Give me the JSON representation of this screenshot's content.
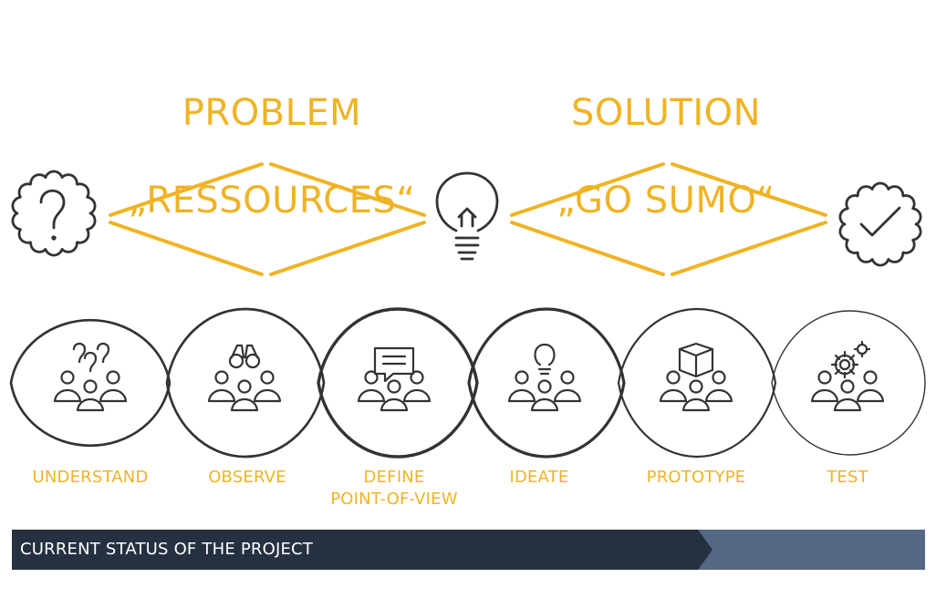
{
  "colors": {
    "accent": "#f0b323",
    "outline": "#333333",
    "status_dark": "#253041",
    "status_light": "#546783",
    "background": "#ffffff"
  },
  "phases": {
    "problem_title": "PROBLEM",
    "problem_subtitle": "„RESSOURCES“",
    "solution_title": "SOLUTION",
    "solution_subtitle": "„GO SUMO“"
  },
  "icons": {
    "start": "question-mark-badge-icon",
    "middle": "lightbulb-icon",
    "end": "checkmark-badge-icon"
  },
  "stages": [
    {
      "label": "UNDERSTAND",
      "icon": "team-questions-icon"
    },
    {
      "label": "OBSERVE",
      "icon": "team-binoculars-icon"
    },
    {
      "label": "DEFINE\nPOINT-OF-VIEW",
      "icon": "team-speech-bubble-icon"
    },
    {
      "label": "IDEATE",
      "icon": "team-lightbulb-icon"
    },
    {
      "label": "PROTOTYPE",
      "icon": "team-box-icon"
    },
    {
      "label": "TEST",
      "icon": "team-gears-icon"
    }
  ],
  "status_bar": {
    "label": "CURRENT STATUS OF THE PROJECT"
  }
}
